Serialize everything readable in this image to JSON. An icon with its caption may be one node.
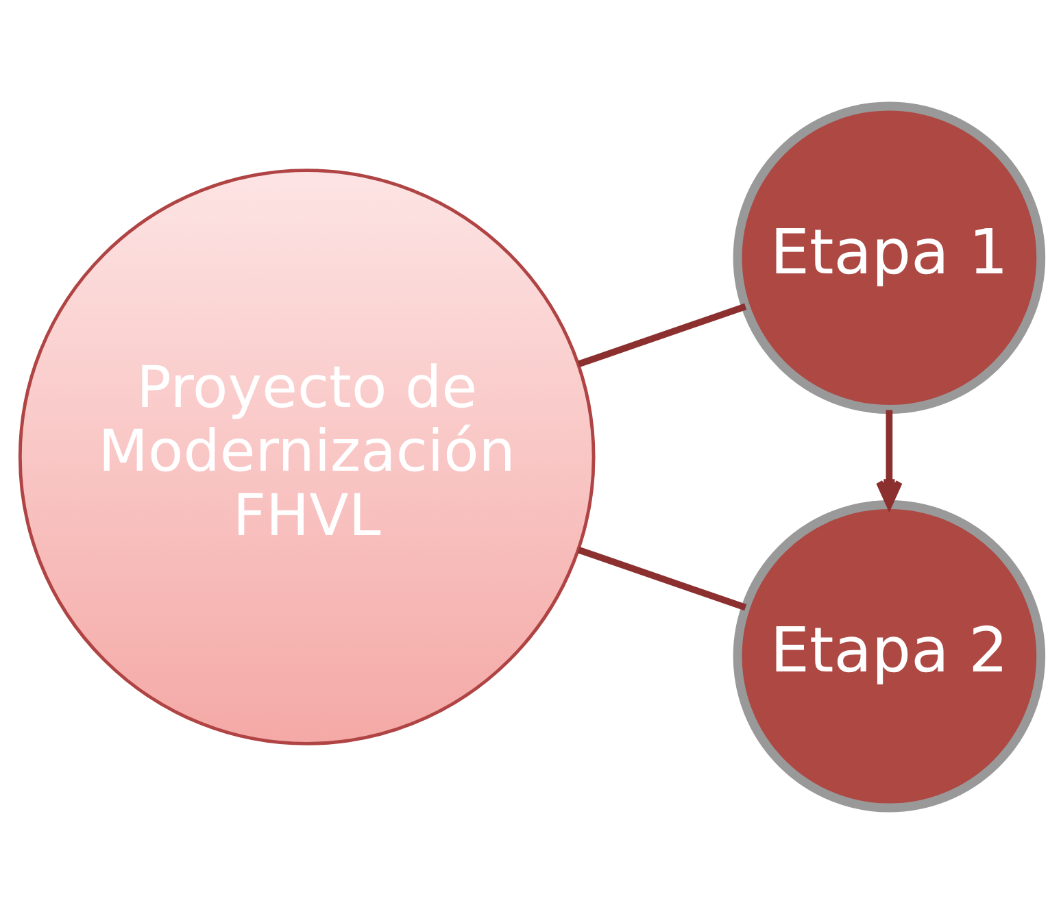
{
  "diagram": {
    "nodes": [
      {
        "text": [
          "Proyecto de Modernización FHVL"
        ]
      },
      {
        "text": [
          "Etapa 1"
        ]
      },
      {
        "text": [
          "Etapa 2"
        ]
      }
    ],
    "edges": [
      {
        "from": 0,
        "to": 1,
        "arrow": "none"
      },
      {
        "from": 1,
        "to": 2,
        "arrow": "to"
      },
      {
        "from": 0,
        "to": 2,
        "arrow": "none"
      }
    ]
  }
}
